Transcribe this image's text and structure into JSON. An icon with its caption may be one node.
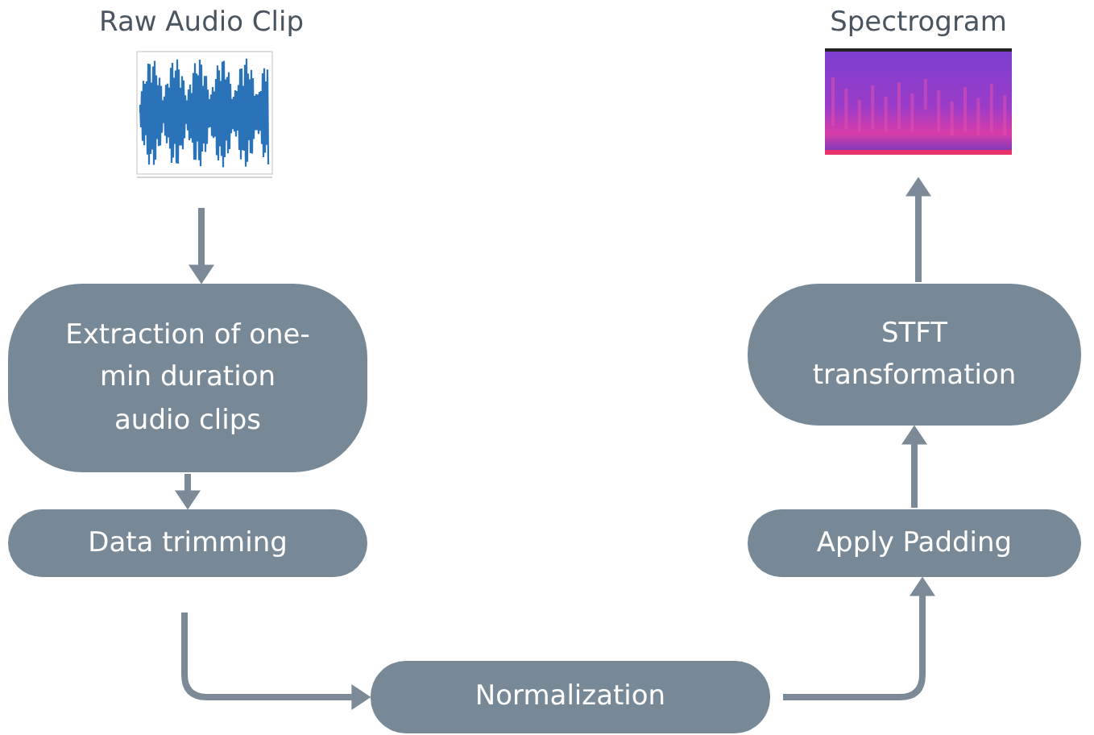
{
  "diagram": {
    "nodes": [
      {
        "text": [
          "Raw Audio Clip"
        ]
      },
      {
        "text": [
          "Extraction of one-min duration audio clips"
        ]
      },
      {
        "text": [
          "Data trimming"
        ]
      },
      {
        "text": [
          "Normalization"
        ]
      },
      {
        "text": [
          "Apply Padding"
        ]
      },
      {
        "text": [
          "STFT transformation"
        ]
      },
      {
        "text": [
          "Spectrogram"
        ]
      }
    ],
    "edges": [
      {
        "from": 0,
        "to": 1,
        "arrow": "to"
      },
      {
        "from": 1,
        "to": 2,
        "arrow": "to"
      },
      {
        "from": 2,
        "to": 3,
        "arrow": "to"
      },
      {
        "from": 3,
        "to": 4,
        "arrow": "to"
      },
      {
        "from": 4,
        "to": 5,
        "arrow": "to"
      },
      {
        "from": 5,
        "to": 6,
        "arrow": "to"
      }
    ]
  }
}
